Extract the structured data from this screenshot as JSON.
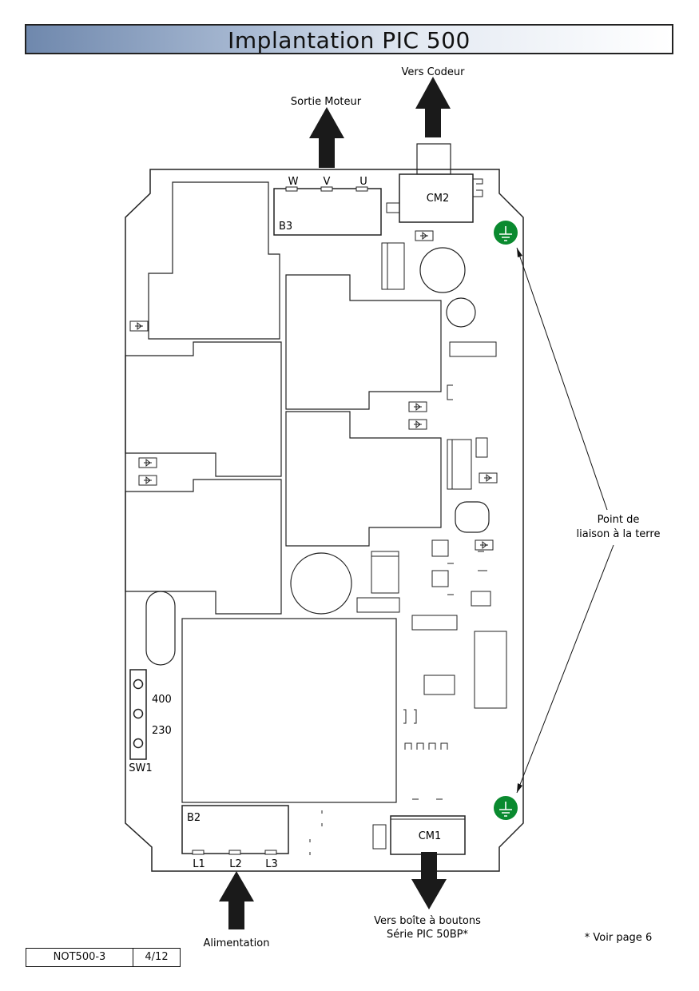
{
  "title": "Implantation PIC 500",
  "labels": {
    "vers_codeur": "Vers Codeur",
    "sortie_moteur": "Sortie Moteur",
    "terre_line1": "Point de",
    "terre_line2": "liaison à la terre",
    "alimentation": "Alimentation",
    "boite_line1": "Vers boîte à boutons",
    "boite_line2": "Série PIC 50BP*",
    "voir_page": "* Voir page 6"
  },
  "components": {
    "b3": "B3",
    "w": "W",
    "v": "V",
    "u": "U",
    "cm2": "CM2",
    "cm1": "CM1",
    "b2": "B2",
    "l1": "L1",
    "l2": "L2",
    "l3": "L3",
    "v400": "400",
    "v230": "230",
    "sw1": "SW1"
  },
  "footer": {
    "doc": "NOT500-3",
    "page": "4/12"
  },
  "colors": {
    "ground": "#0a8a2f",
    "title_gradient_start": "#6f88ad"
  }
}
